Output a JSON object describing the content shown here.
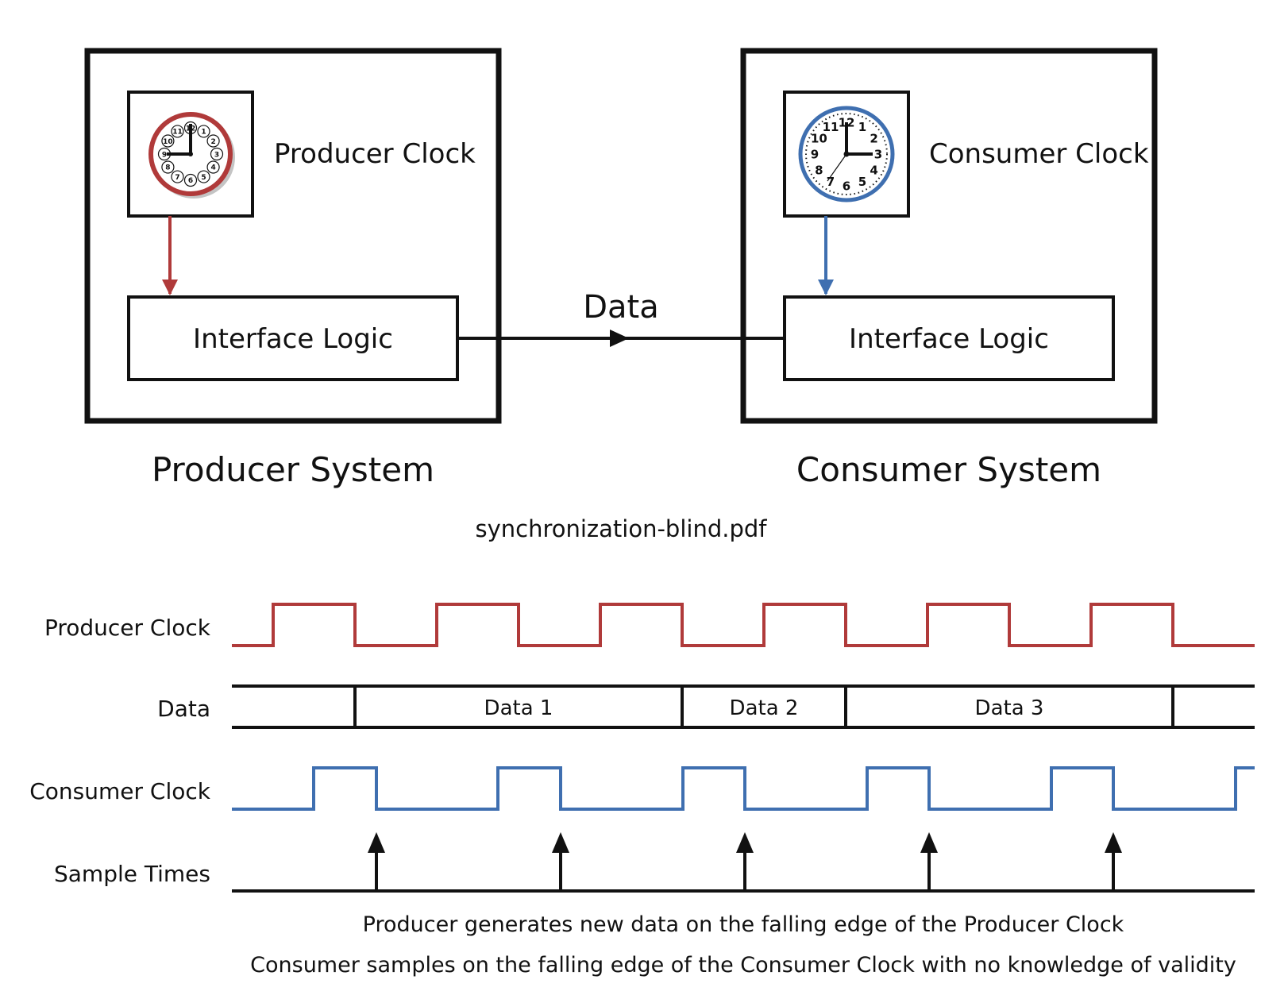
{
  "producer": {
    "system_label": "Producer System",
    "clock_label": "Producer Clock",
    "interface_label": "Interface Logic",
    "clock_icon": "clock-icon",
    "color": "#b03a3a"
  },
  "consumer": {
    "system_label": "Consumer System",
    "clock_label": "Consumer Clock",
    "interface_label": "Interface Logic",
    "clock_icon": "clock-icon",
    "color": "#3f6fb0"
  },
  "link": {
    "label": "Data"
  },
  "filename": "synchronization-blind.pdf",
  "timing": {
    "rows": {
      "producer_clock": "Producer Clock",
      "data": "Data",
      "consumer_clock": "Consumer Clock",
      "sample_times": "Sample Times"
    },
    "data_segments": [
      "Data 1",
      "Data 2",
      "Data 3"
    ],
    "notes": [
      "Producer generates new data on the falling edge of the Producer Clock",
      "Consumer samples on the falling edge of the Consumer Clock with no knowledge of validity"
    ]
  }
}
